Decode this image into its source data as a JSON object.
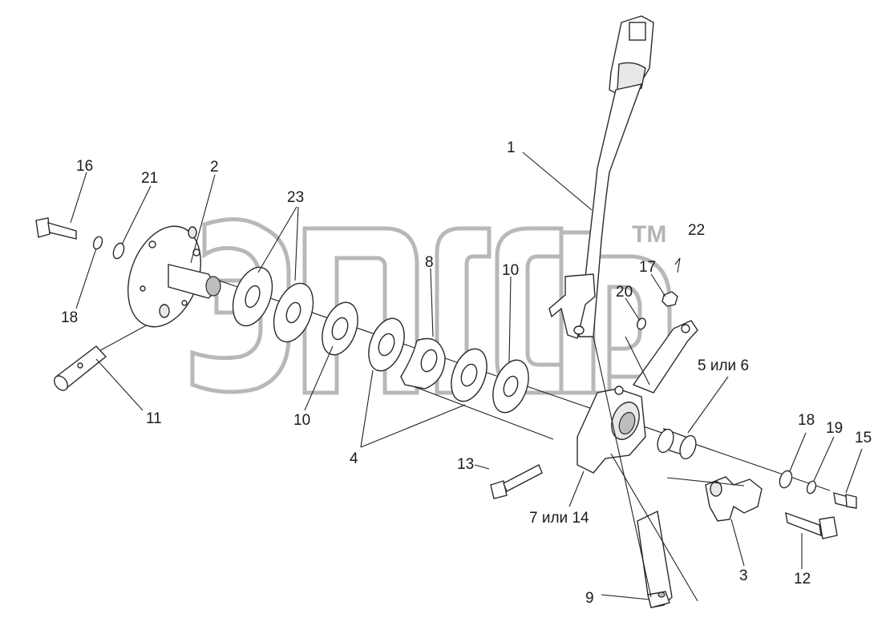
{
  "trademark": "TM",
  "callouts": {
    "c1": "1",
    "c2": "2",
    "c3": "3",
    "c4": "4",
    "c5_6": "5 или 6",
    "c7_14": "7 или 14",
    "c8": "8",
    "c9": "9",
    "c10a": "10",
    "c10b": "10",
    "c11": "11",
    "c12": "12",
    "c13": "13",
    "c15": "15",
    "c16": "16",
    "c17": "17",
    "c18a": "18",
    "c18b": "18",
    "c19": "19",
    "c20": "20",
    "c21": "21",
    "c22": "22",
    "c23": "23"
  },
  "colors": {
    "line": "#222222",
    "watermark": "#b8b8b8"
  }
}
